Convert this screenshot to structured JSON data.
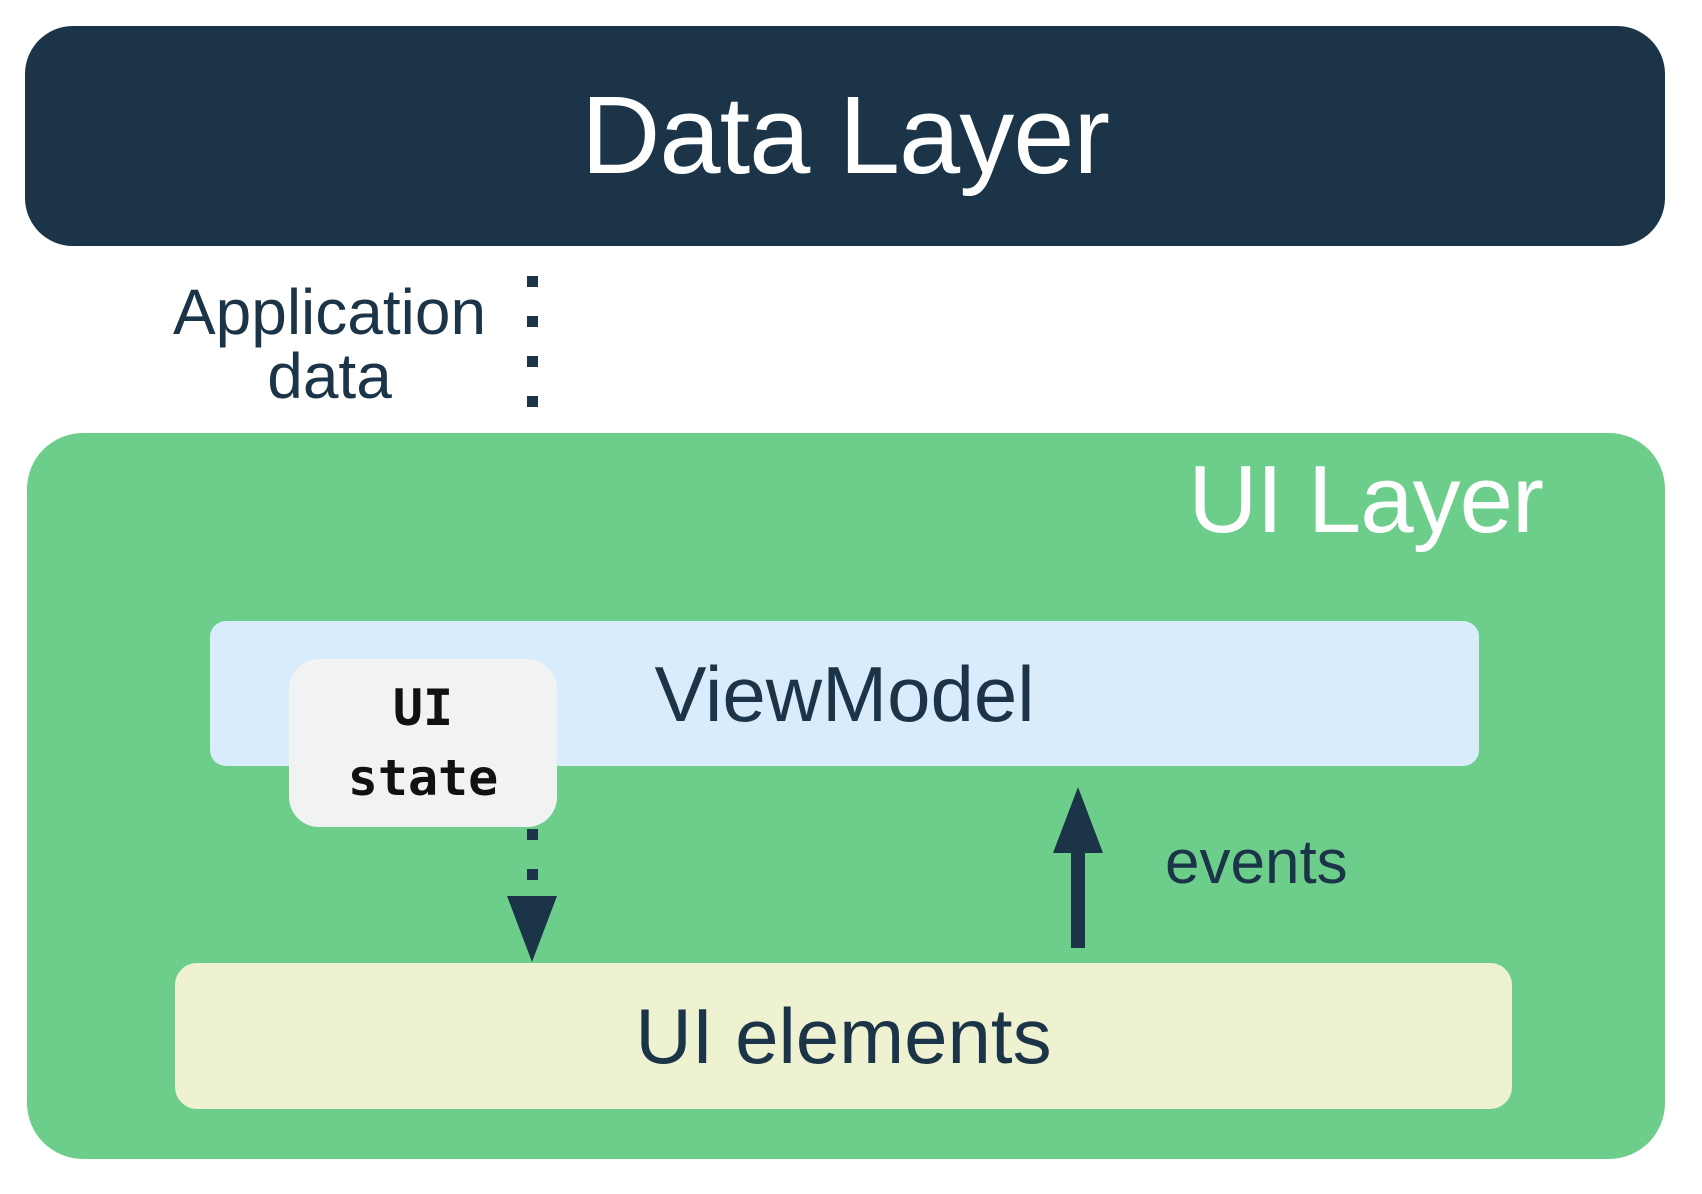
{
  "diagram": {
    "title_semantics": "UI layer architecture: unidirectional data flow",
    "data_layer": {
      "label": "Data Layer"
    },
    "ui_layer": {
      "label": "UI Layer"
    },
    "viewmodel": {
      "label": "ViewModel"
    },
    "ui_state": {
      "line1": "UI",
      "line2": "state"
    },
    "ui_elements": {
      "label": "UI elements"
    },
    "edges": {
      "application_data": {
        "label_line1": "Application",
        "label_line2": "data",
        "style": "dotted",
        "direction": "down"
      },
      "ui_state_flow": {
        "style": "dotted",
        "direction": "down"
      },
      "events": {
        "label": "events",
        "style": "solid",
        "direction": "up"
      }
    }
  },
  "colors": {
    "navy": "#1B3448",
    "green": "#6DCE8C",
    "light_blue": "#D9ECFC",
    "pale_yellow": "#EEF2D1",
    "light_gray": "#F1F3F3",
    "white": "#FFFFFF",
    "black": "#111111"
  }
}
